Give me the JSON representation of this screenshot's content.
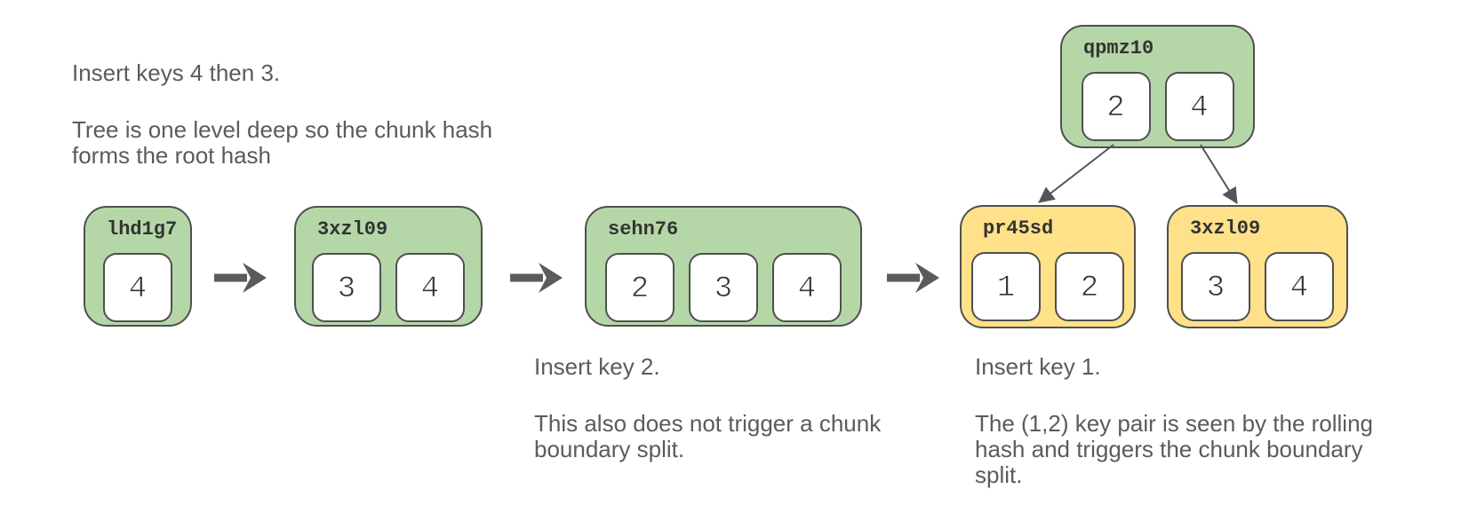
{
  "notes": {
    "top_left": [
      [
        "Insert keys 4 then 3."
      ],
      [
        "Tree is one level deep so the chunk hash",
        "forms the root hash"
      ]
    ],
    "middle": [
      [
        "Insert key 2."
      ],
      [
        "This also does not trigger a chunk",
        "boundary split."
      ]
    ],
    "right": [
      [
        "Insert key 1."
      ],
      [
        "The (1,2) key pair is seen by the rolling",
        "hash and triggers the chunk boundary",
        "split."
      ]
    ]
  },
  "chunks": [
    {
      "label": "lhd1g7",
      "keys": [
        "4"
      ],
      "color": "green"
    },
    {
      "label": "3xzl09",
      "keys": [
        "3",
        "4"
      ],
      "color": "green"
    },
    {
      "label": "sehn76",
      "keys": [
        "2",
        "3",
        "4"
      ],
      "color": "green"
    },
    {
      "label": "qpmz10",
      "keys": [
        "2",
        "4"
      ],
      "color": "green"
    },
    {
      "label": "pr45sd",
      "keys": [
        "1",
        "2"
      ],
      "color": "yellow"
    },
    {
      "label": "3xzl09",
      "keys": [
        "3",
        "4"
      ],
      "color": "yellow"
    }
  ],
  "colors": {
    "chunk_green": "#b5d7a8",
    "chunk_yellow": "#ffe18a",
    "outline": "#4f4f4f",
    "note_text": "#5b5b5b",
    "arrow": "#5b5b5b"
  }
}
